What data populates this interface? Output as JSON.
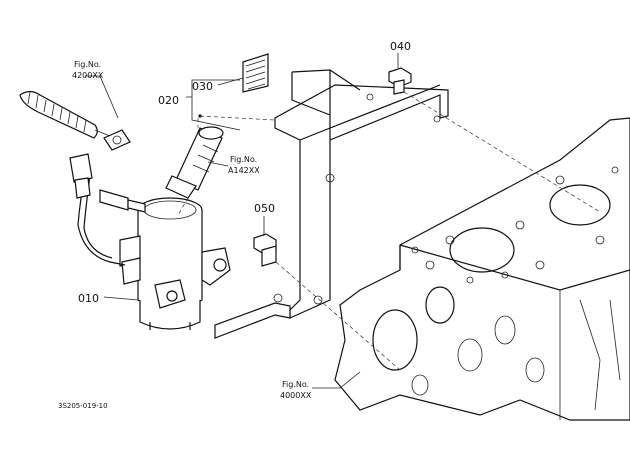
{
  "callouts": {
    "p010": "010",
    "p020": "020",
    "p030": "030",
    "p040": "040",
    "p050": "050"
  },
  "figrefs": {
    "fig_4200": {
      "line1": "Fig.No.",
      "line2": "4200XX"
    },
    "fig_a142": {
      "line1": "Fig.No.",
      "line2": "A142XX"
    },
    "fig_4000": {
      "line1": "Fig.No.",
      "line2": "4000XX"
    }
  },
  "drawing_code": "3S205-019-10"
}
